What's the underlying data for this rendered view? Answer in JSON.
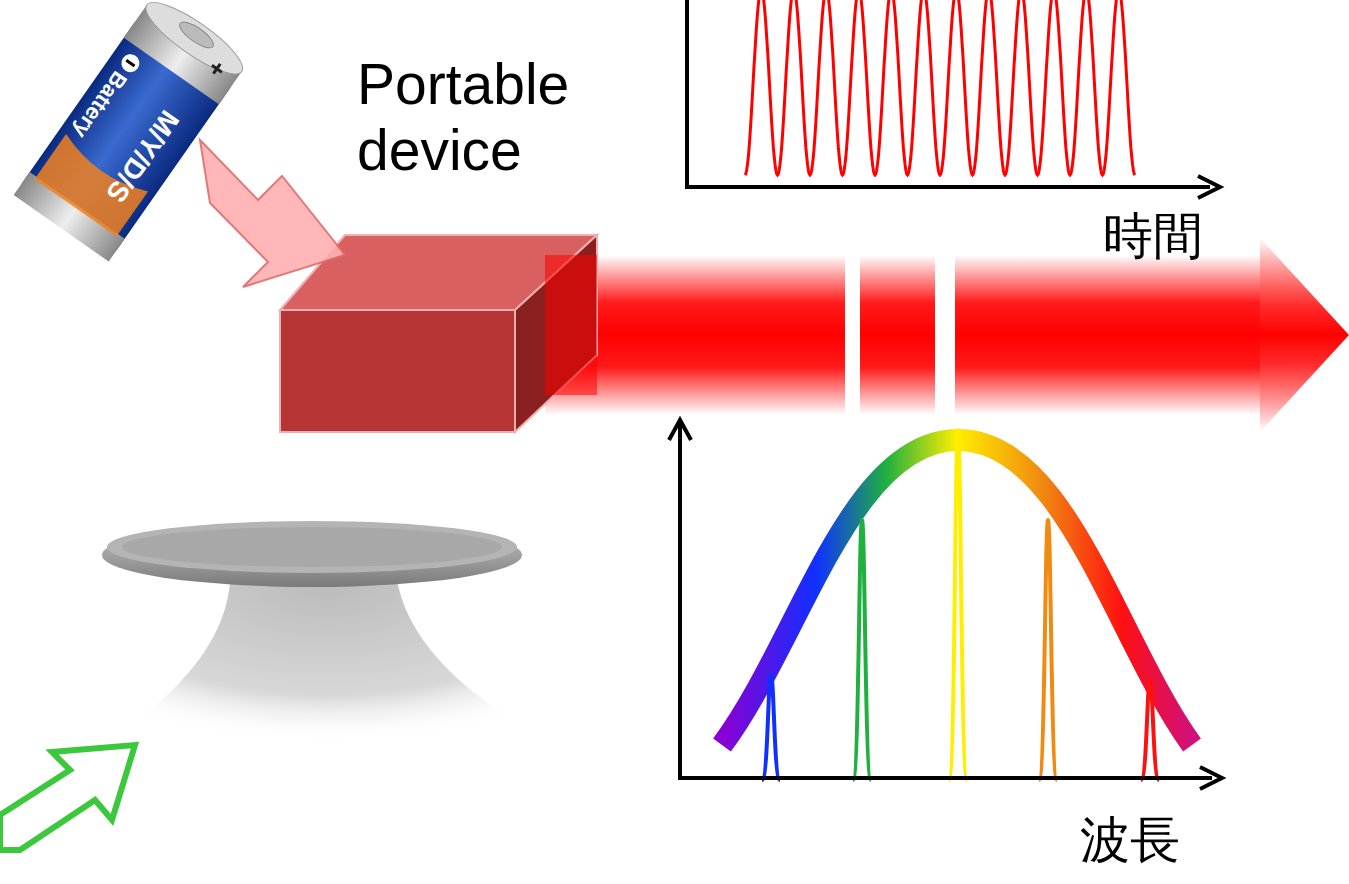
{
  "diagram": {
    "labels": [
      "Portable device",
      "時間",
      "波長",
      "Battery",
      "M/Y/D/S"
    ]
  }
}
